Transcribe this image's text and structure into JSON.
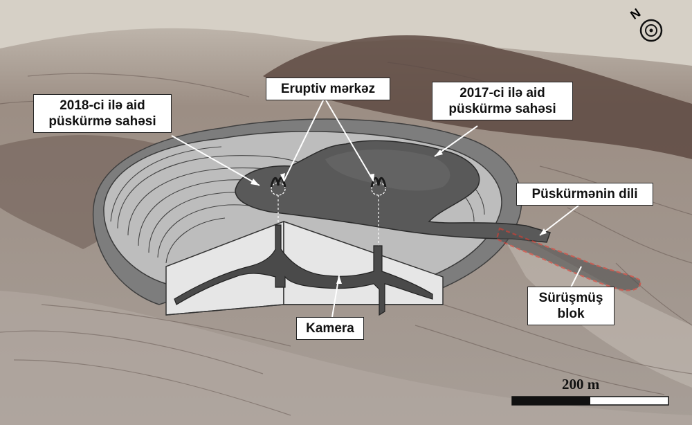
{
  "labels": {
    "area_2018_line1": "2018-ci ilə aid",
    "area_2018_line2": "püskürmə sahəsi",
    "eruptive_center": "Eruptiv mərkəz",
    "area_2017_line1": "2017-ci ilə aid",
    "area_2017_line2": "püskürmə sahəsi",
    "eruption_tongue": "Püskürmənin dili",
    "slid_block_line1": "Sürüşmüş",
    "slid_block_line2": "blok",
    "chamber": "Kamera"
  },
  "scale_bar": {
    "label": "200 m"
  },
  "compass": {
    "letter": "N",
    "icon": "north-arrow-icon"
  },
  "colors": {
    "terrain": "#8a7f77",
    "crater_rim": "#7d7d7d",
    "area_2018": "#bdbdbd",
    "area_2017": "#595959",
    "conduit": "#4a4a4a",
    "cut_face": "#e6e6e6",
    "slid_outline": "#e03a2f"
  }
}
